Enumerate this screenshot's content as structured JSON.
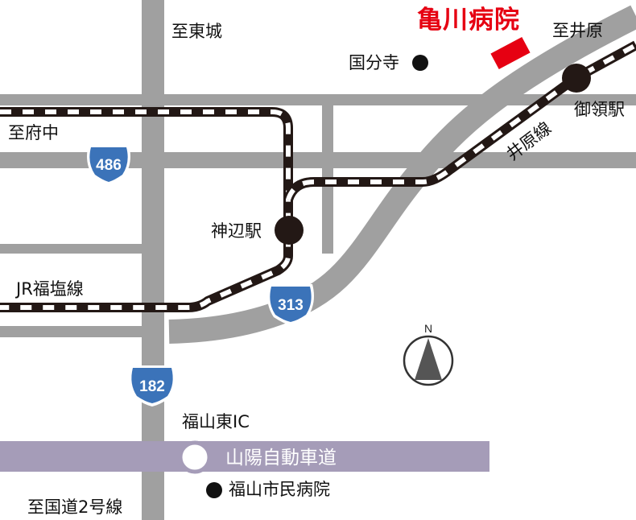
{
  "map": {
    "hospital_name": "亀川病院",
    "direction_labels": {
      "to_tojo": "至東城",
      "to_ibara": "至井原",
      "to_fuchu": "至府中",
      "to_national_route_2": "至国道2号線"
    },
    "landmarks": {
      "kokubunji": "国分寺",
      "fukuyama_city_hospital": "福山市民病院",
      "fukuyama_higashi_ic": "福山東IC"
    },
    "stations": {
      "kannabe": "神辺駅",
      "miyuki": "御領駅"
    },
    "rail_lines": {
      "ibara_line": "井原線",
      "jr_fukuen_line": "JR福塩線"
    },
    "route_shields": {
      "r486": "486",
      "r313": "313",
      "r182": "182"
    },
    "expressway": "山陽自動車道",
    "compass_label": "N",
    "colors": {
      "road": "#a0a0a0",
      "rail_dark": "#231815",
      "shield_blue": "#3b73b9",
      "hospital_red": "#e60012",
      "expressway": "#a59cb8"
    }
  }
}
